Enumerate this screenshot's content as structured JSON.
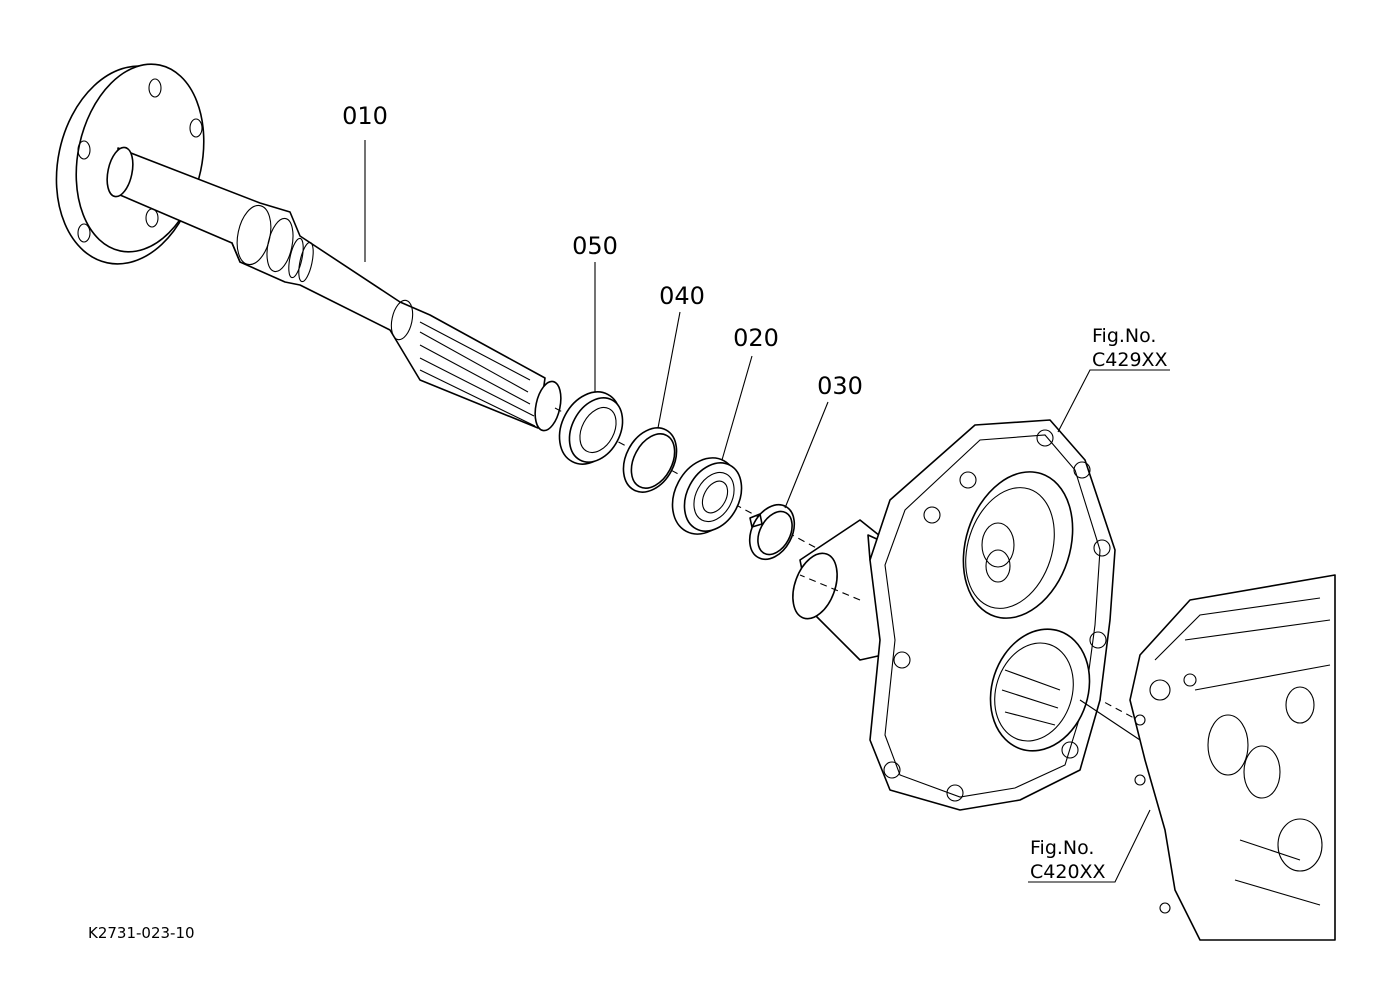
{
  "parts": {
    "p010": "010",
    "p050": "050",
    "p040": "040",
    "p020": "020",
    "p030": "030"
  },
  "refs": {
    "housing_top_line1": "Fig.No.",
    "housing_top_line2": "C429XX",
    "housing_bottom_line1": "Fig.No.",
    "housing_bottom_line2": "C420XX"
  },
  "drawing_code": "K2731-023-10"
}
